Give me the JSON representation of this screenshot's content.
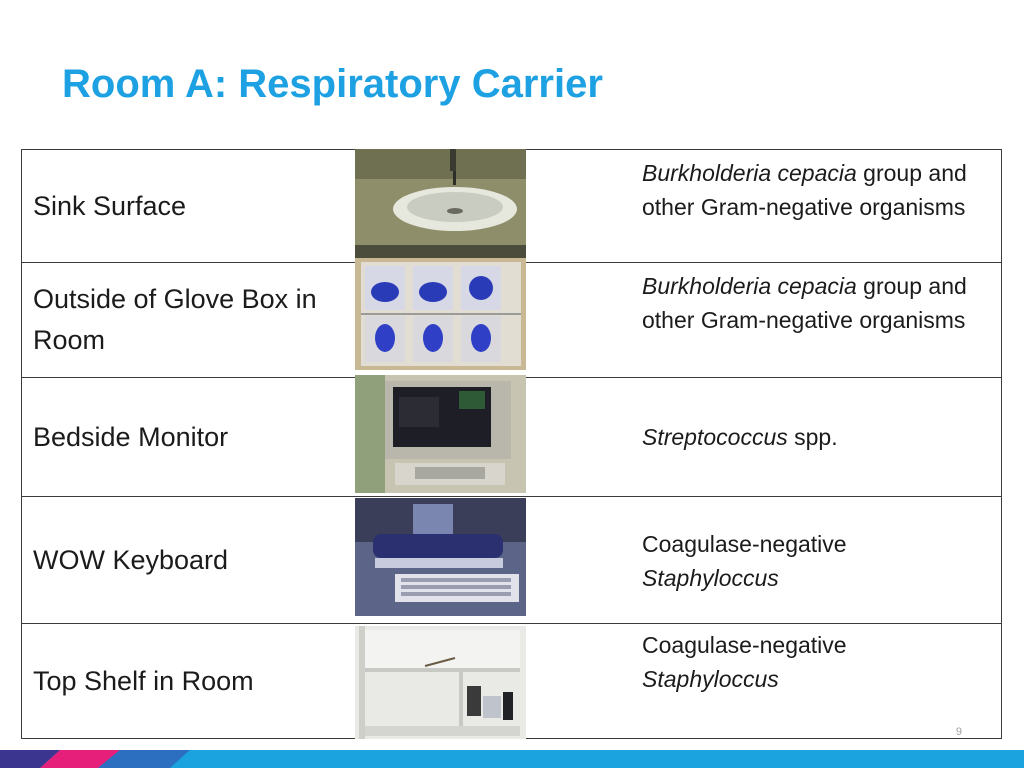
{
  "slide": {
    "title": "Room A:  Respiratory Carrier",
    "page_number": "9"
  },
  "rows": [
    {
      "location": "Sink Surface",
      "organism_italic": "Burkholderia cepacia",
      "organism_rest": " group and other Gram-negative organisms",
      "photo_icon": "sink-photo"
    },
    {
      "location": "Outside of Glove Box in Room",
      "organism_italic": "Burkholderia cepacia",
      "organism_rest": " group and other Gram-negative organisms",
      "photo_icon": "glove-box-photo"
    },
    {
      "location": "Bedside Monitor",
      "organism_italic": "Streptococcus",
      "organism_rest": " spp.",
      "photo_icon": "bedside-monitor-photo"
    },
    {
      "location": "WOW Keyboard",
      "organism_plain": "Coagulase-negative",
      "organism_italic": "Staphyloccus",
      "photo_icon": "keyboard-photo"
    },
    {
      "location": "Top Shelf in Room",
      "organism_plain": "Coagulase-negative",
      "organism_italic": "Staphyloccus",
      "photo_icon": "shelf-photo"
    }
  ],
  "colors": {
    "title": "#1da1e2",
    "bar_blue": "#1aa3de",
    "bar_purple": "#3b3590",
    "bar_pink": "#e6207a"
  }
}
